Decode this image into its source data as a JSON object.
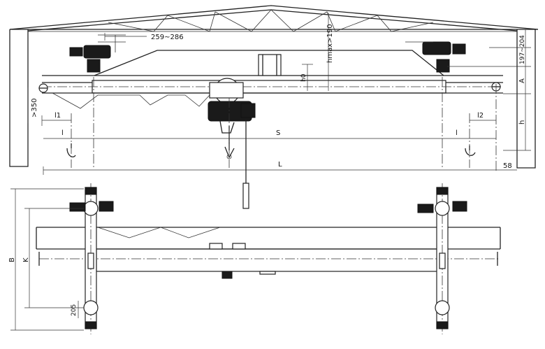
{
  "dimensions": {
    "hook_approach_top": "259~286",
    "h_max": "hmax>190",
    "h0": "h0",
    "right_offset": "197~204",
    "A": "A",
    "h": "h",
    "side_clearance": ">350",
    "l1": "l1",
    "l2": "l2",
    "l_left": "l",
    "l_right": "l",
    "S": "S",
    "L": "L",
    "end_gap": "58",
    "B": "B",
    "K": "K",
    "wheel_offset": "205"
  }
}
